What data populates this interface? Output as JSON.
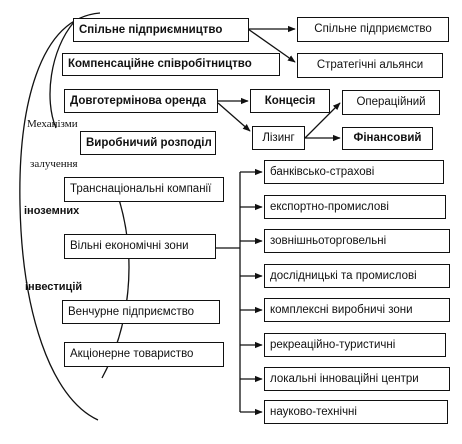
{
  "side_labels": {
    "line1": "Механізми",
    "line2": "залучення",
    "line3": "іноземних",
    "line4": "інвестицій"
  },
  "left_column": [
    "Спільне підприємництво",
    "Компенсаційне співробітництво",
    "Довготермінова оренда",
    "Виробничий розподіл",
    "Транснаціональні компанії",
    "Вільні економічні зони",
    "Венчурне підприємство",
    "Акціонерне товариство"
  ],
  "joint_venture_forms": [
    "Спільне підприємство",
    "Стратегічні альянси"
  ],
  "lease_forms": [
    "Концесія",
    "Лізинг"
  ],
  "leasing_types": [
    "Операційний",
    "Фінансовий"
  ],
  "free_zone_types": [
    "банківсько-страхові",
    "експортно-промислові",
    "зовнішньоторговельні",
    "дослідницькі та промислові",
    "комплексні виробничі зони",
    "рекреаційно-туристичні",
    "локальні інноваційні центри",
    "науково-технічні"
  ]
}
